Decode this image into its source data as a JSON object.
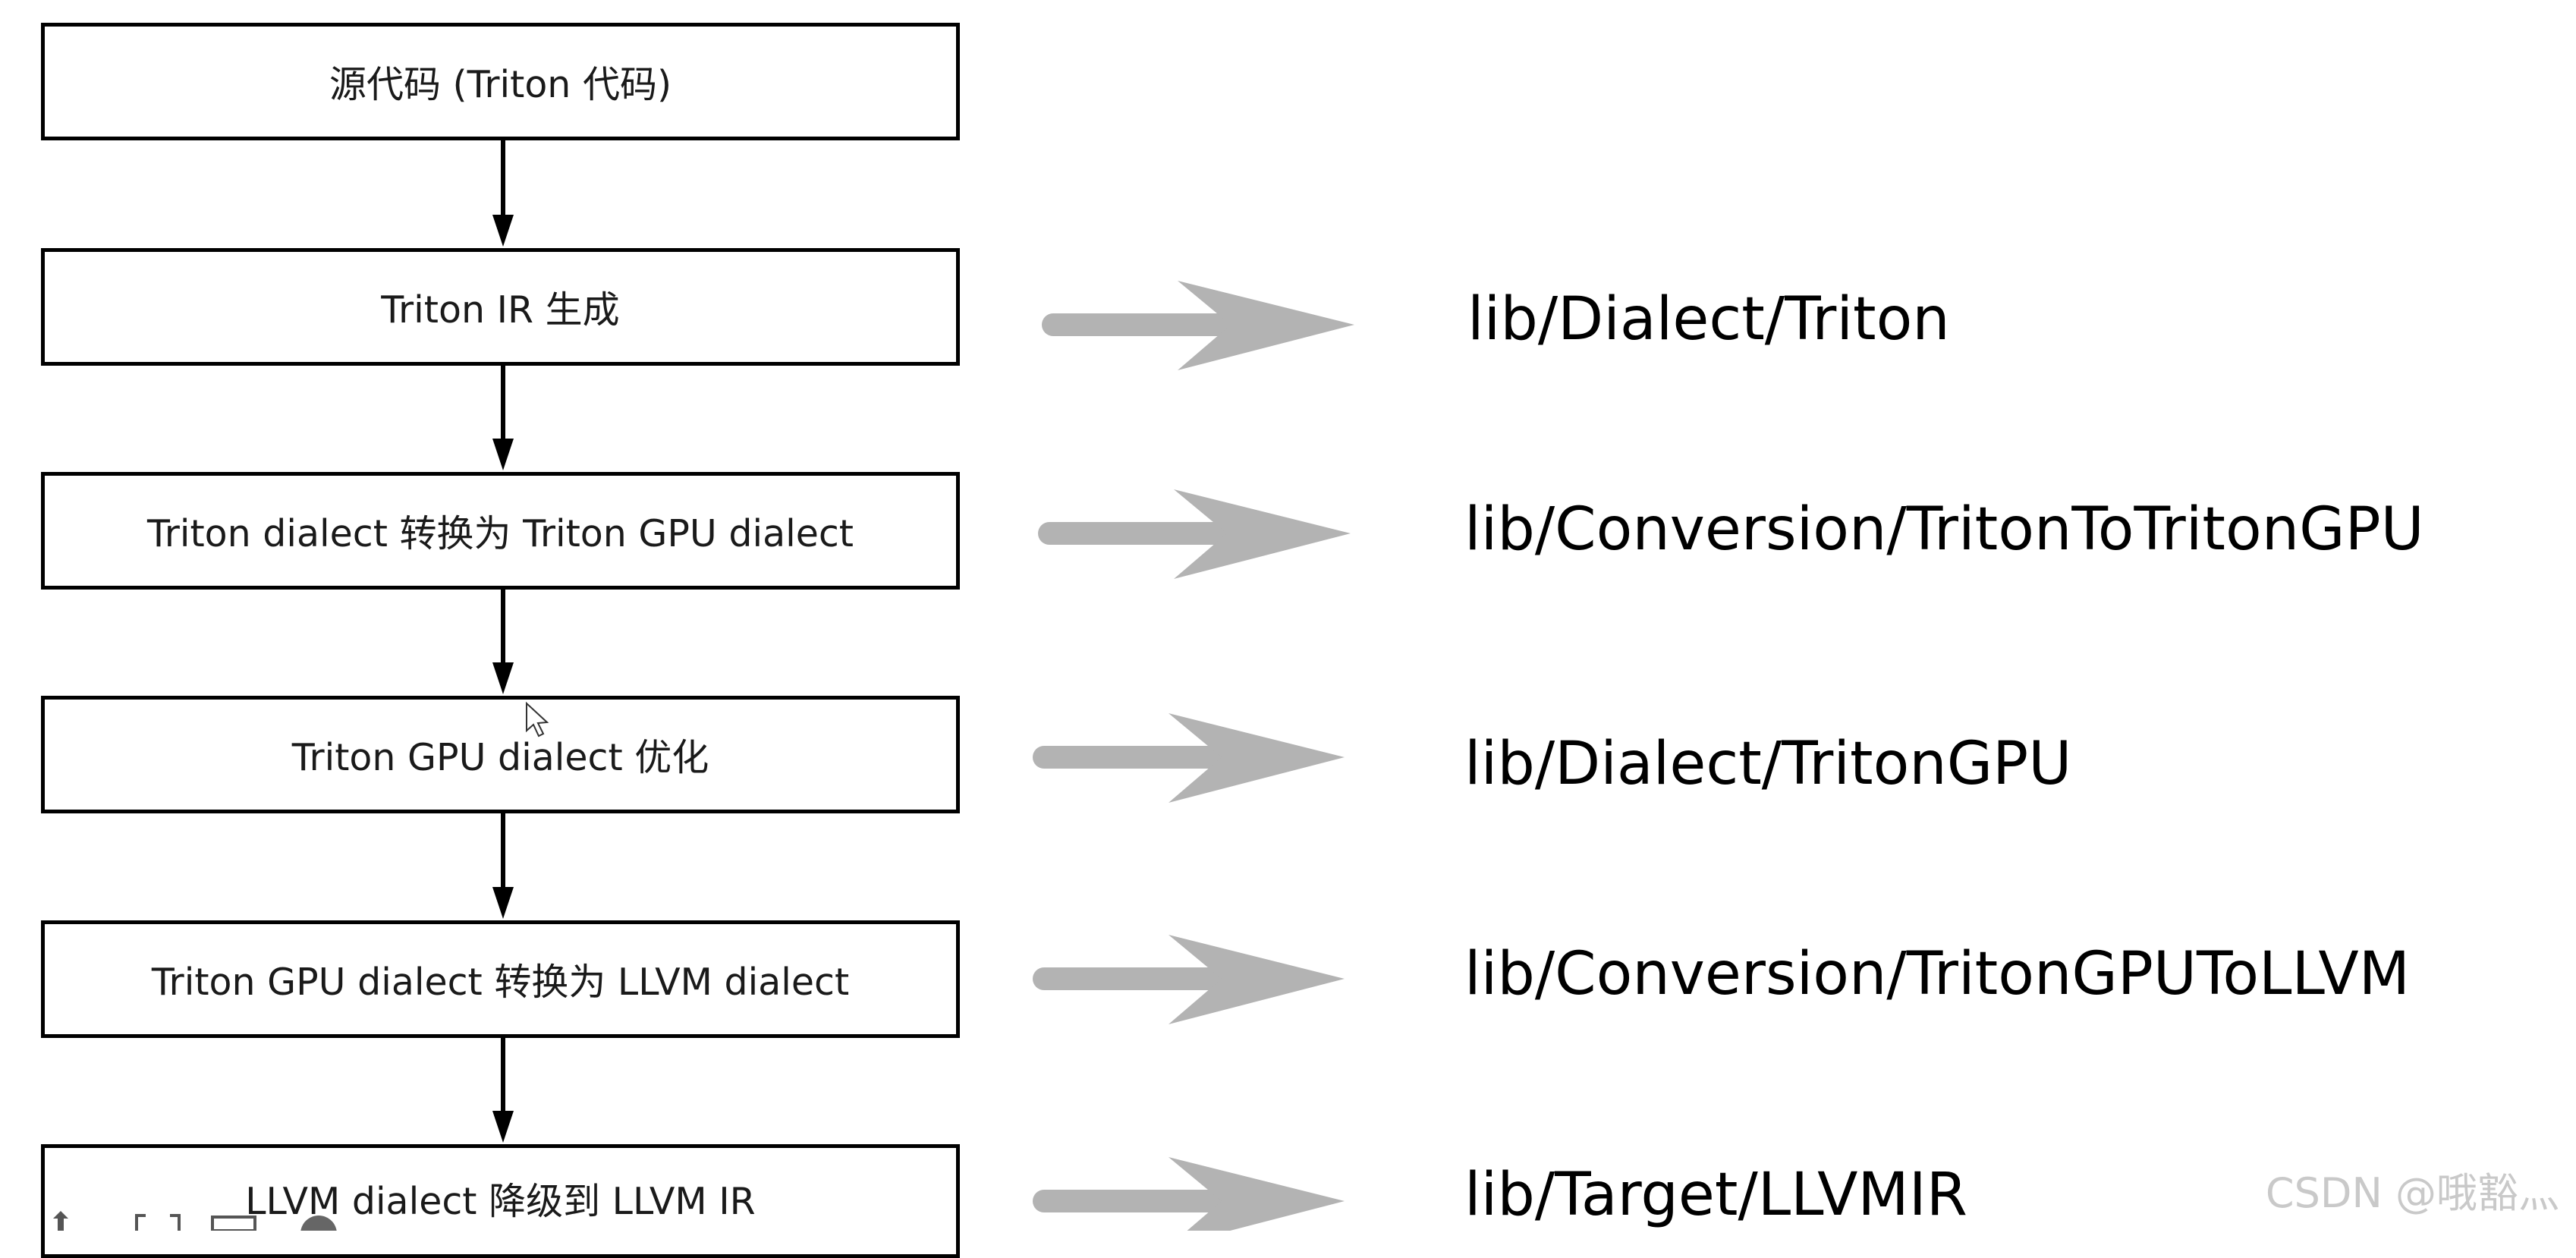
{
  "diagram": {
    "steps": [
      {
        "label": "源代码 (Triton 代码)"
      },
      {
        "label": "Triton IR 生成"
      },
      {
        "label": "Triton dialect 转换为 Triton GPU dialect"
      },
      {
        "label": "Triton GPU dialect 优化"
      },
      {
        "label": "Triton GPU dialect 转换为 LLVM dialect"
      },
      {
        "label": "LLVM dialect 降级到 LLVM IR"
      }
    ],
    "paths": [
      "lib/Dialect/Triton",
      "lib/Conversion/TritonToTritonGPU",
      "lib/Dialect/TritonGPU",
      "lib/Conversion/TritonGPUToLLVM",
      "lib/Target/LLVMIR"
    ]
  },
  "watermark": "CSDN @哦豁灬",
  "colors": {
    "box_border": "#000000",
    "flow_arrow": "#000000",
    "side_arrow": "#b3b3b3",
    "text": "#1a1a1a",
    "watermark": "#c9c9c9"
  },
  "icons": {
    "cursor": "mouse-pointer-icon",
    "toolbar": [
      "up-arrow-icon",
      "fullscreen-bracket-icon",
      "monitor-icon",
      "circle-icon"
    ]
  }
}
